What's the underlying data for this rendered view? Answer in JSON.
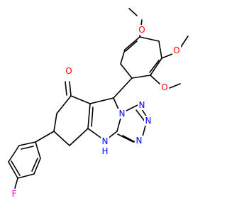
{
  "molecule": {
    "atoms": [
      {
        "id": "O_methoxy_a",
        "label": "O",
        "color": "#ff0000"
      },
      {
        "id": "O_methoxy_b",
        "label": "O",
        "color": "#ff0000"
      },
      {
        "id": "O_methoxy_c",
        "label": "O",
        "color": "#ff0000"
      },
      {
        "id": "O_ketone",
        "label": "O",
        "color": "#ff0000"
      },
      {
        "id": "N_a",
        "label": "N",
        "color": "#0000ff"
      },
      {
        "id": "N_b",
        "label": "N",
        "color": "#0000ff"
      },
      {
        "id": "N_c",
        "label": "N",
        "color": "#0000ff"
      },
      {
        "id": "N_d",
        "label": "N",
        "color": "#0000ff"
      },
      {
        "id": "N_H",
        "label": "N",
        "color": "#0000ff"
      },
      {
        "id": "H_on_N",
        "label": "H",
        "color": "#0000ff"
      },
      {
        "id": "F",
        "label": "F",
        "color": "#ff00ff"
      }
    ]
  }
}
